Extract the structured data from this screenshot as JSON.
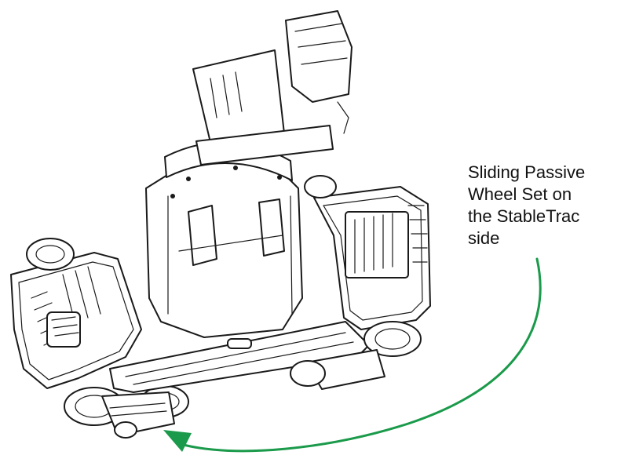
{
  "callout": {
    "lines": [
      "Sliding Passive",
      "Wheel Set on",
      "the StableTrac",
      "side"
    ]
  },
  "colors": {
    "arrow": "#1a9a4a",
    "line_art": "#1a1a1a",
    "background": "#ffffff"
  },
  "icons": {
    "arrow": "curved-arrow-icon"
  }
}
